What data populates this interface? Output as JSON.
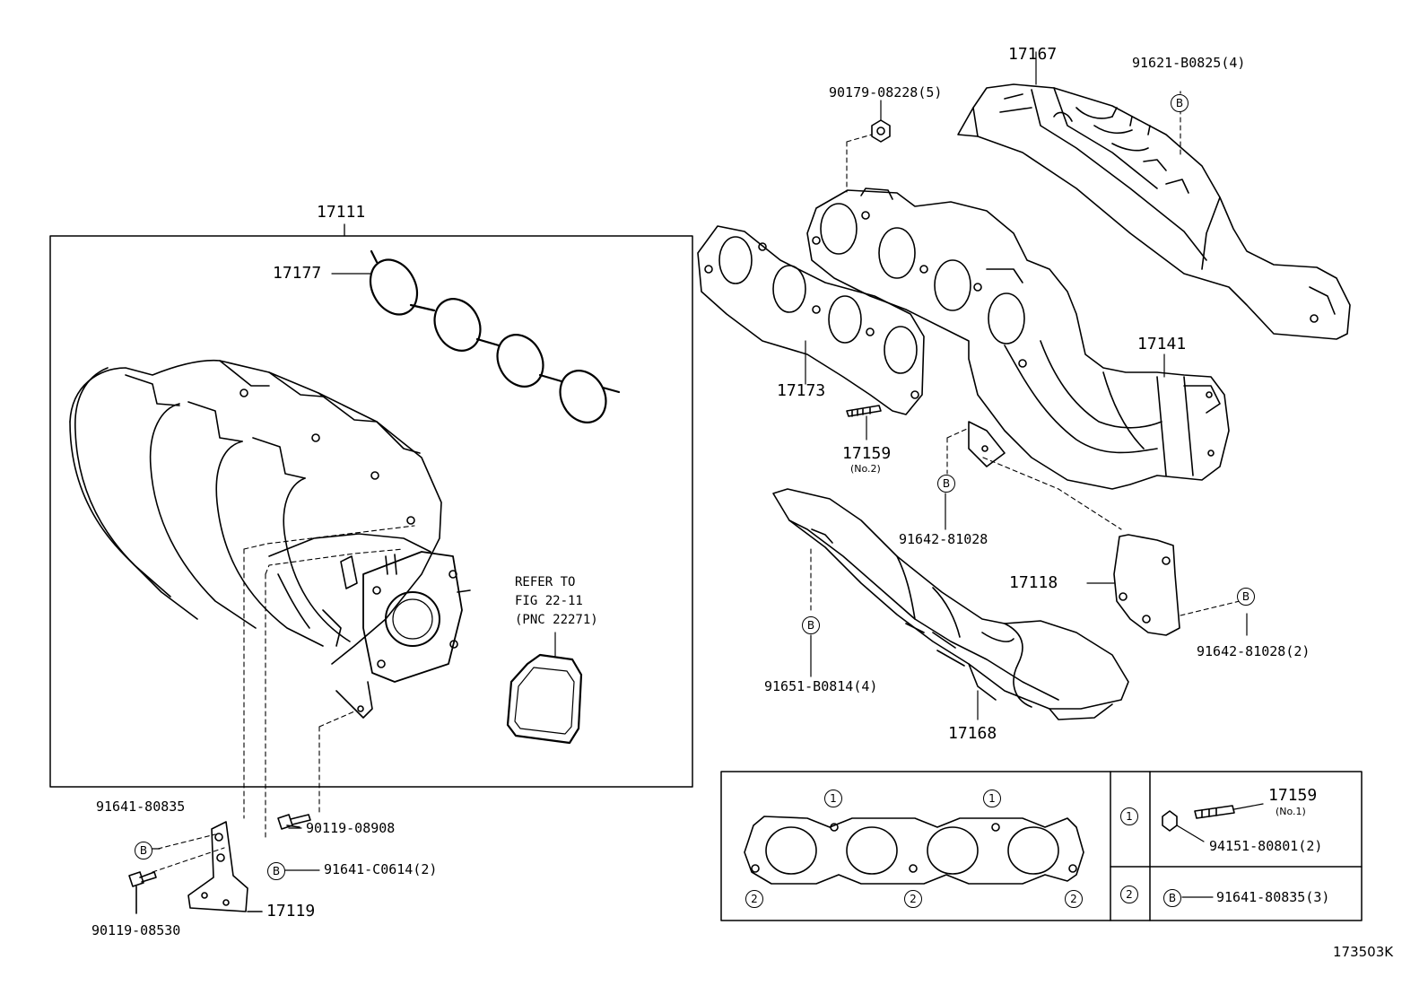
{
  "parts": {
    "p17111": "17111",
    "p17177": "17177",
    "p17167": "17167",
    "p91621": "91621-B0825(4)",
    "p90179": "90179-08228(5)",
    "p17173": "17173",
    "p17141": "17141",
    "p17159a": "17159",
    "p17159a_sub": "(No.2)",
    "p91642a": "91642-81028",
    "p17118": "17118",
    "p91642b": "91642-81028(2)",
    "p91651": "91651-B0814(4)",
    "p17168": "17168",
    "p91641a": "91641-80835",
    "p90119a": "90119-08908",
    "p91641b": "91641-C0614(2)",
    "p17119": "17119",
    "p90119b": "90119-08530"
  },
  "refer": {
    "line1": "REFER TO",
    "line2": "FIG 22-11",
    "line3": "(PNC 22271)"
  },
  "markers": {
    "b": "B",
    "one": "1",
    "two": "2"
  },
  "legend": {
    "p17159": "17159",
    "p17159_sub": "(No.1)",
    "p94151": "94151-80801(2)",
    "p91641": "91641-80835(3)"
  },
  "figure_code": "173503K"
}
